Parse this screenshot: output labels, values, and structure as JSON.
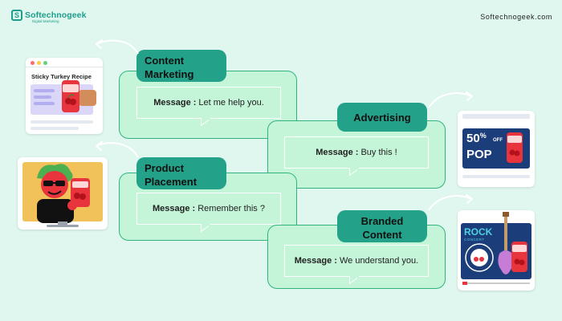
{
  "brand": {
    "name": "Softechnogeek",
    "tagline": "Digital Marketing",
    "logo_letter": "S"
  },
  "site_url": "Softechnogeek.com",
  "message_label": "Message :",
  "cards": [
    {
      "title_line1": "Content",
      "title_line2": "Marketing",
      "message": "Let me help you."
    },
    {
      "title_line1": "Advertising",
      "message": "Buy this !"
    },
    {
      "title_line1": "Product",
      "title_line2": "Placement",
      "message": "Remember this ?"
    },
    {
      "title_line1": "Branded",
      "title_line2": "Content",
      "message": "We understand you."
    }
  ],
  "illustrations": {
    "recipe": {
      "title": "Sticky Turkey Recipe",
      "product": "Cherry soda"
    },
    "ad": {
      "big": "50",
      "pct": "%",
      "off": "OFF",
      "pop": "POP",
      "product": "Cherry soda"
    },
    "placement": {
      "product": "Cherry soda"
    },
    "rock": {
      "line1": "ROCK",
      "line2": "CONCERT",
      "badge": "Cherry soda",
      "product": "Cherry soda"
    }
  },
  "colors": {
    "background": "#dff7ee",
    "card_fill": "#c4f5d8",
    "card_border": "#31b37f",
    "tag": "#24a189",
    "brand": "#1f9e8c"
  }
}
